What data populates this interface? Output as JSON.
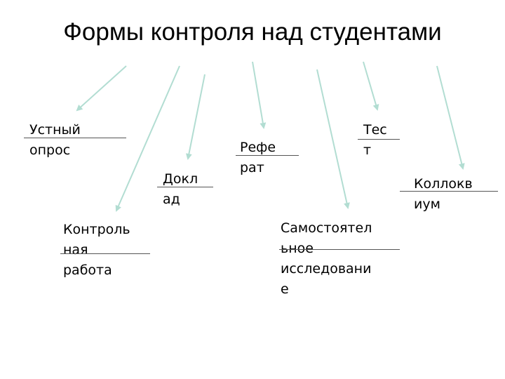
{
  "diagram": {
    "title": "Формы контроля над студентами",
    "line_color": "#b2ddd2",
    "underline_color": "#555555",
    "nodes": [
      {
        "id": "oral",
        "text": "Устный\nопрос"
      },
      {
        "id": "control",
        "text": "Контроль\nная\nработа"
      },
      {
        "id": "report",
        "text": "Докл\nад"
      },
      {
        "id": "essay",
        "text": "Рефе\nрат"
      },
      {
        "id": "test",
        "text": "Тес\nт"
      },
      {
        "id": "research",
        "text": "Самостоятел\nьное\nисследовани\nе"
      },
      {
        "id": "colloquium",
        "text": "Коллокв\nиум"
      }
    ]
  }
}
